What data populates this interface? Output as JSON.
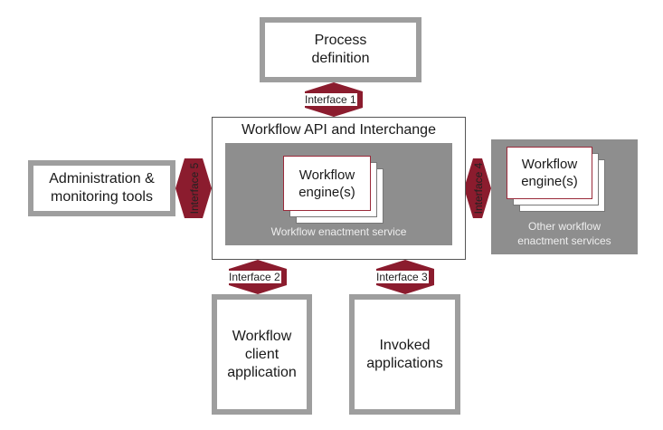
{
  "diagram": {
    "process_definition": "Process\ndefinition",
    "api_title": "Workflow API and Interchange",
    "engine_label": "Workflow\nengine(s)",
    "enactment_service": "Workflow enactment service",
    "other_engine_label": "Workflow\nengine(s)",
    "other_services": "Other workflow\nenactment services",
    "admin_tools": "Administration &\nmonitoring tools",
    "client_app": "Workflow\nclient\napplication",
    "invoked_apps": "Invoked\napplications",
    "interfaces": {
      "i1": "Interface 1",
      "i2": "Interface 2",
      "i3": "Interface 3",
      "i4": "Interface 4",
      "i5": "Interface 5"
    },
    "colors": {
      "arrow": "#8b1c2e",
      "box_border": "#9e9e9e",
      "panel": "#8e8e8e"
    }
  }
}
